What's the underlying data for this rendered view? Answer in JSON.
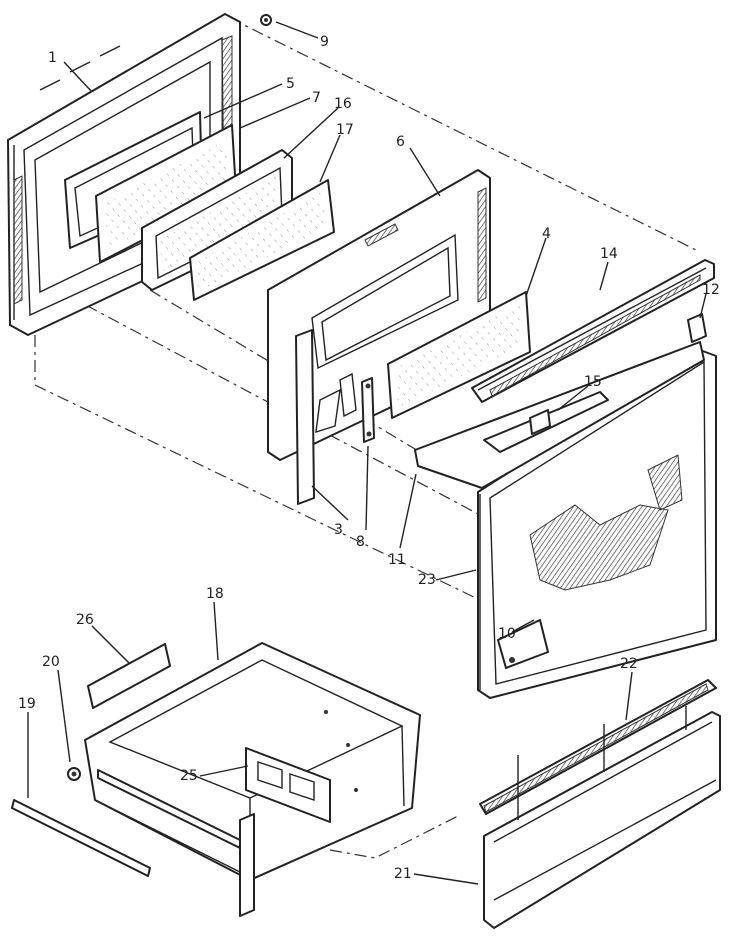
{
  "callouts": [
    {
      "id": "c1",
      "text": "1"
    },
    {
      "id": "c9",
      "text": "9"
    },
    {
      "id": "c5",
      "text": "5"
    },
    {
      "id": "c7",
      "text": "7"
    },
    {
      "id": "c16",
      "text": "16"
    },
    {
      "id": "c17",
      "text": "17"
    },
    {
      "id": "c6",
      "text": "6"
    },
    {
      "id": "c4",
      "text": "4"
    },
    {
      "id": "c14",
      "text": "14"
    },
    {
      "id": "c12",
      "text": "12"
    },
    {
      "id": "c15",
      "text": "15"
    },
    {
      "id": "c3",
      "text": "3"
    },
    {
      "id": "c8",
      "text": "8"
    },
    {
      "id": "c11",
      "text": "11"
    },
    {
      "id": "c23",
      "text": "23"
    },
    {
      "id": "c10",
      "text": "10"
    },
    {
      "id": "c18",
      "text": "18"
    },
    {
      "id": "c26",
      "text": "26"
    },
    {
      "id": "c20",
      "text": "20"
    },
    {
      "id": "c19",
      "text": "19"
    },
    {
      "id": "c25",
      "text": "25"
    },
    {
      "id": "c22",
      "text": "22"
    },
    {
      "id": "c21",
      "text": "21"
    }
  ]
}
